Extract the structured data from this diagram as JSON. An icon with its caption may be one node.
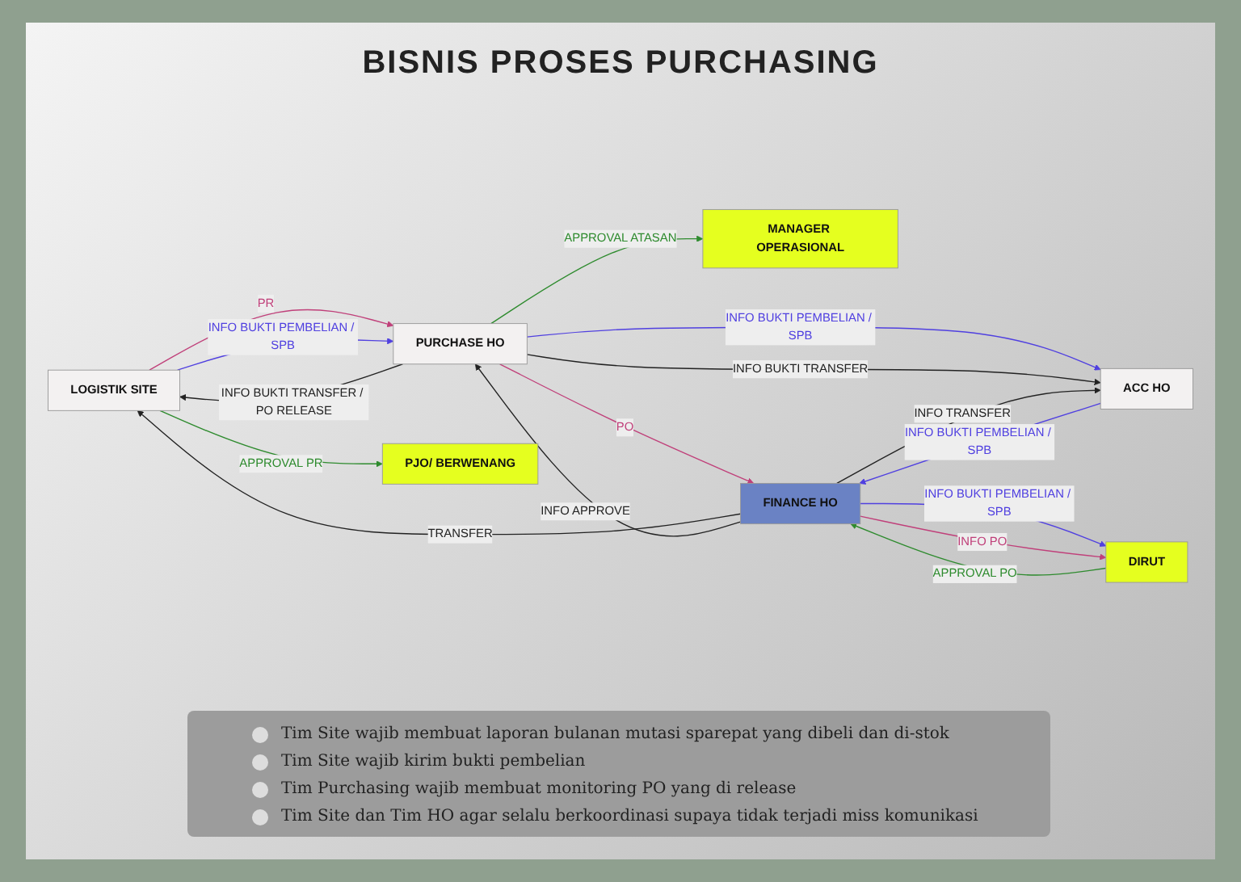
{
  "diagram": {
    "title": "BISNIS PROSES PURCHASING",
    "nodes": [
      {
        "text": [
          "MANAGER OPERASIONAL"
        ]
      },
      {
        "text": [
          "LOGISTIK SITE"
        ]
      },
      {
        "text": [
          "PURCHASE HO"
        ]
      },
      {
        "text": [
          "FINANCE HO"
        ]
      },
      {
        "text": [
          "PJO/ BERWENANG"
        ]
      },
      {
        "text": [
          "ACC HO"
        ]
      },
      {
        "text": [
          "DIRUT"
        ]
      }
    ],
    "edges": [
      {
        "from": 3,
        "to": 1,
        "arrow": "to",
        "label": "TRANSFER"
      },
      {
        "from": 2,
        "to": 0,
        "arrow": "to",
        "label": "APPROVAL ATASAN",
        "color": "#2e8b2e"
      },
      {
        "from": 1,
        "to": 2,
        "arrow": "to",
        "label": "PR",
        "color": "#c0407a"
      },
      {
        "from": 2,
        "to": 3,
        "arrow": "to",
        "label": "PO",
        "color": "#c0407a"
      },
      {
        "from": 2,
        "to": 1,
        "arrow": "to",
        "label": "INFO BUKTI TRANSFER / PO RELEASE"
      },
      {
        "from": 3,
        "to": 2,
        "arrow": "to",
        "label": "INFO APPROVE"
      },
      {
        "from": 1,
        "to": 2,
        "arrow": "to",
        "label": "INFO BUKTI PEMBELIAN / SPB",
        "color": "#5040e0"
      },
      {
        "from": 1,
        "to": 4,
        "arrow": "to",
        "label": "APPROVAL PR",
        "color": "#2e8b2e"
      },
      {
        "from": 2,
        "to": 5,
        "arrow": "to",
        "label": "INFO BUKTI PEMBELIAN / SPB",
        "color": "#5040e0"
      },
      {
        "from": 2,
        "to": 5,
        "arrow": "to",
        "label": "INFO BUKTI TRANSFER"
      },
      {
        "from": 3,
        "to": 5,
        "arrow": "to",
        "label": "INFO TRANSFER"
      },
      {
        "from": 5,
        "to": 3,
        "arrow": "to",
        "label": "INFO BUKTI PEMBELIAN / SPB",
        "color": "#5040e0"
      },
      {
        "from": 6,
        "to": 3,
        "arrow": "to",
        "label": "APPROVAL PO",
        "color": "#2e8b2e"
      },
      {
        "from": 3,
        "to": 6,
        "arrow": "to",
        "label": "INFO BUKTI PEMBELIAN / SPB",
        "color": "#5040e0"
      },
      {
        "from": 3,
        "to": 6,
        "arrow": "to",
        "label": "INFO PO",
        "color": "#c0407a"
      }
    ],
    "labels": [
      "Tim Site wajib membuat laporan bulanan mutasi sparepat yang dibeli dan di-stok",
      "Tim Site  wajib kirim bukti pembelian",
      "Tim Purchasing wajib membuat monitoring PO yang di release",
      "Tim Site dan Tim HO agar selalu berkoordinasi supaya tidak terjadi miss komunikasi"
    ]
  }
}
